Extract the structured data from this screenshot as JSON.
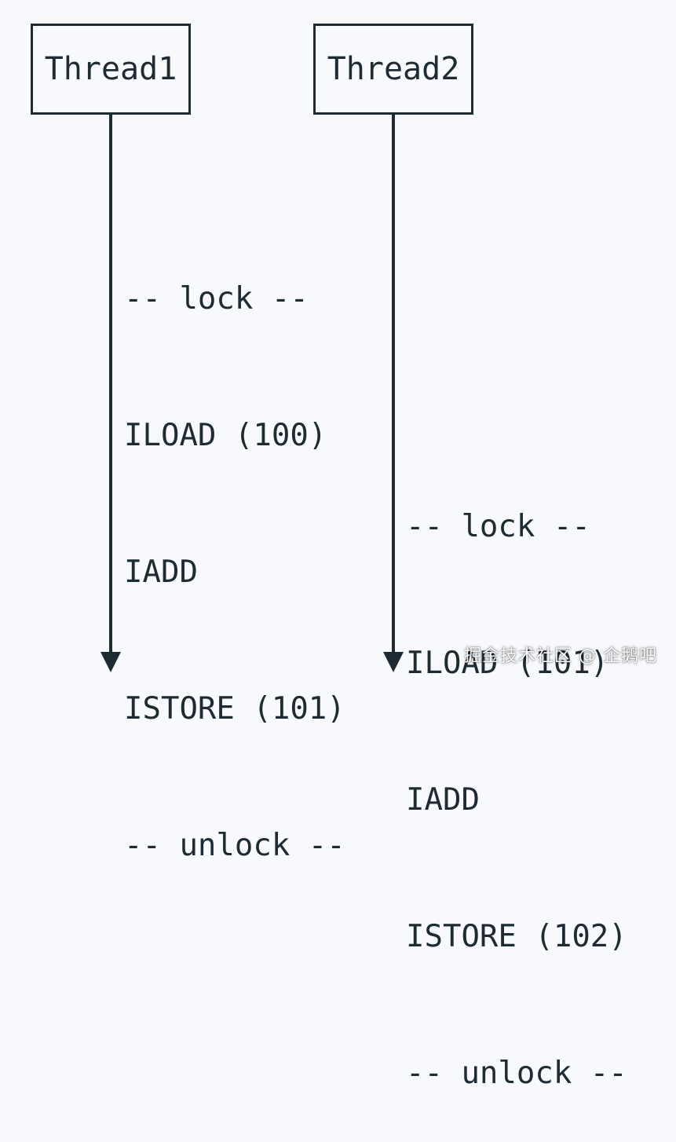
{
  "threads": [
    {
      "label": "Thread1",
      "lines": [
        "-- lock --",
        "ILOAD (100)",
        "IADD",
        "ISTORE (101)",
        "-- unlock --"
      ]
    },
    {
      "label": "Thread2",
      "lines": [
        "-- lock --",
        "ILOAD (101)",
        "IADD",
        "ISTORE (102)",
        "-- unlock --"
      ]
    }
  ],
  "watermark": "掘金技术社区 @ 企鹅吧"
}
